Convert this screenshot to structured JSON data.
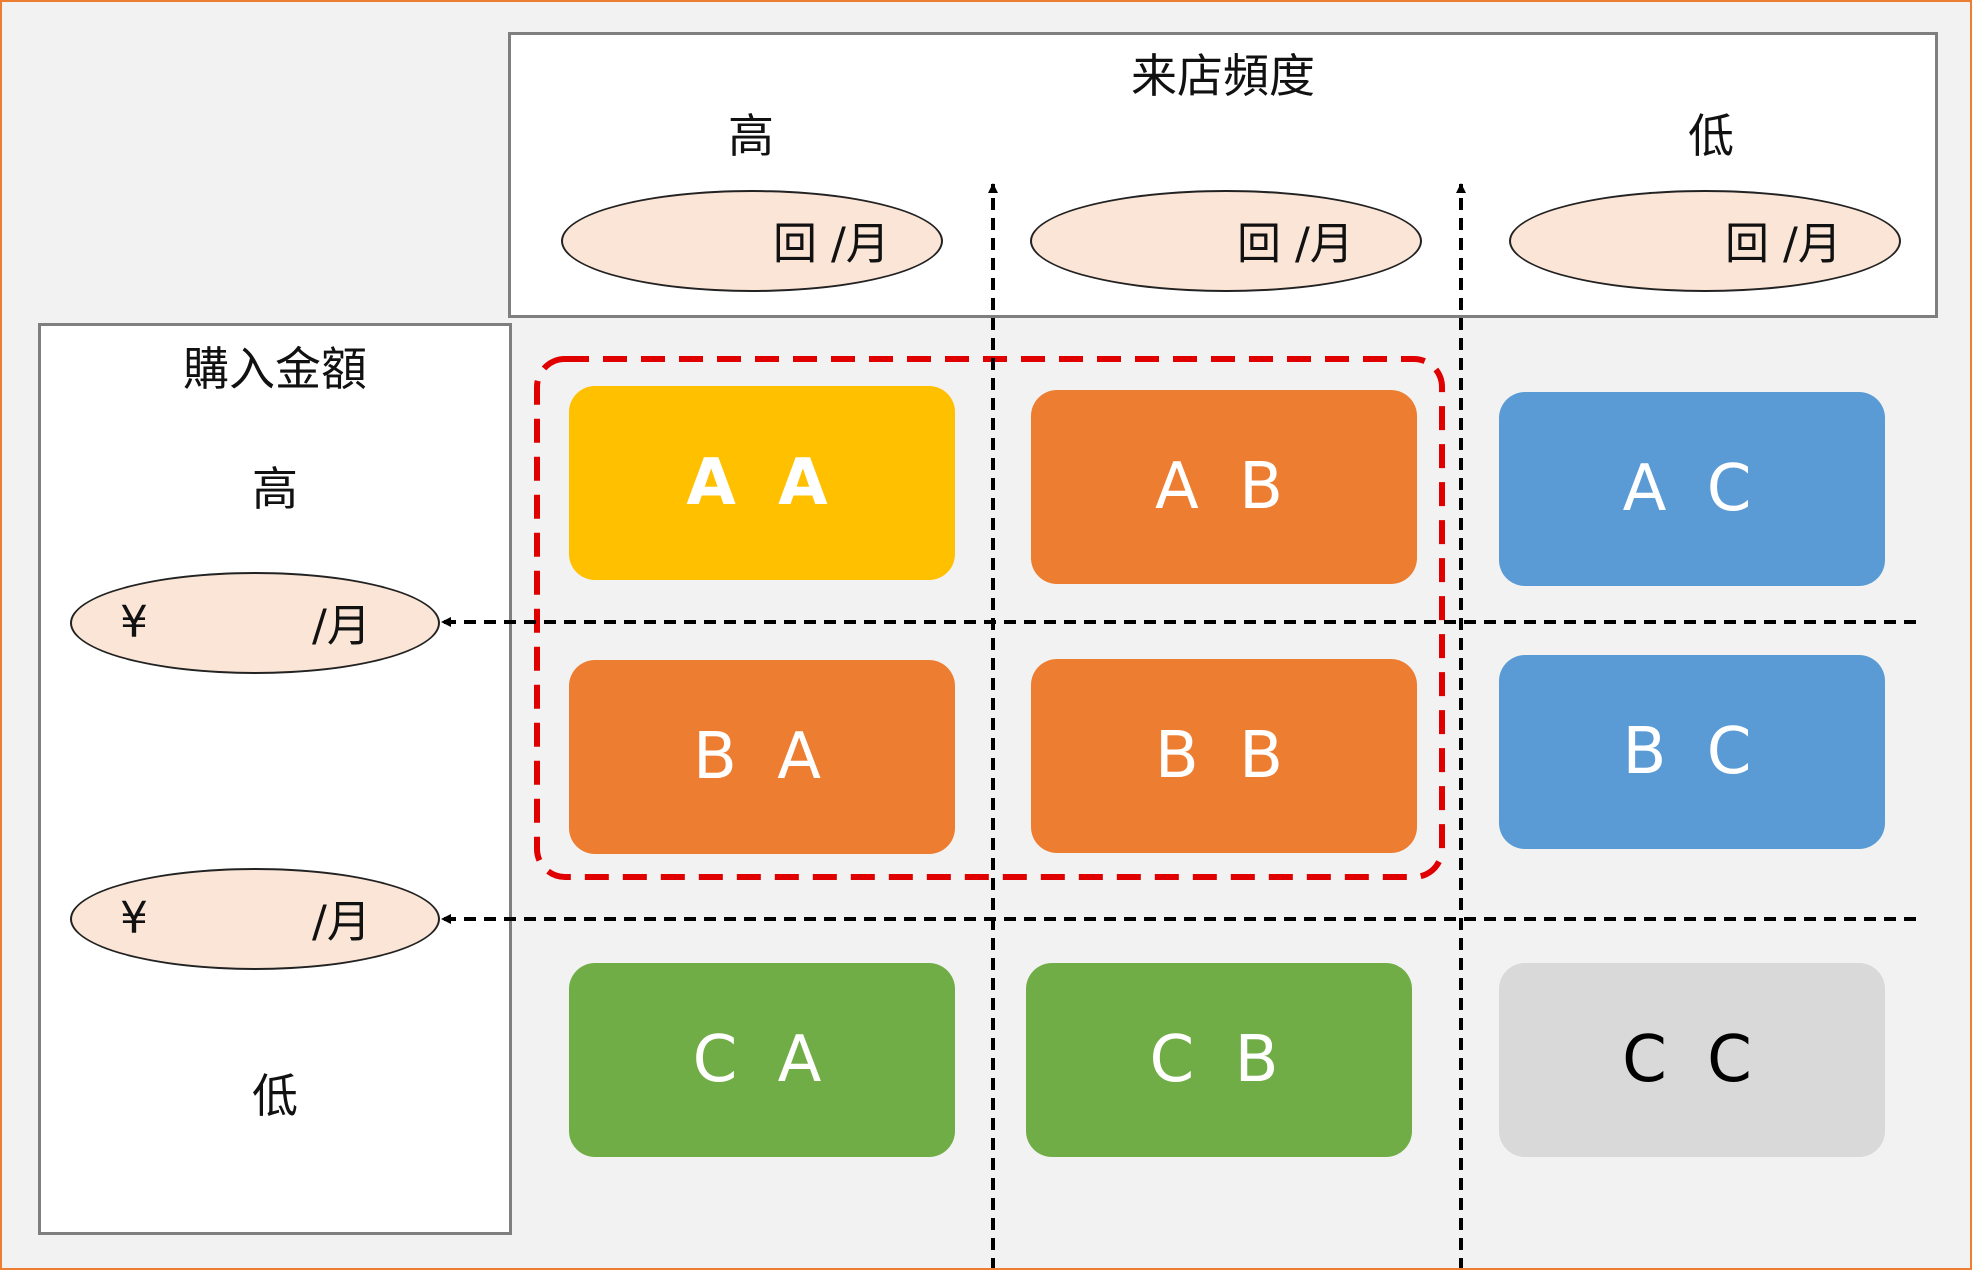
{
  "frequency_panel": {
    "title": "来店頻度",
    "high": "高",
    "low": "低",
    "thresholds": [
      {
        "value": "",
        "unit": "回 /月"
      },
      {
        "value": "",
        "unit": "回 /月"
      },
      {
        "value": "",
        "unit": "回 /月"
      }
    ]
  },
  "amount_panel": {
    "title": "購入金額",
    "high": "高",
    "low": "低",
    "thresholds": [
      {
        "currency": "¥",
        "unit": "/月"
      },
      {
        "currency": "¥",
        "unit": "/月"
      }
    ]
  },
  "matrix": {
    "rows": [
      [
        {
          "label": "A A",
          "color": "#ffc000",
          "text_color": "#ffffff",
          "bold": true
        },
        {
          "label": "A B",
          "color": "#ed7d31",
          "text_color": "#ffffff"
        },
        {
          "label": "A C",
          "color": "#5b9bd5",
          "text_color": "#ffffff"
        }
      ],
      [
        {
          "label": "B A",
          "color": "#ed7d31",
          "text_color": "#ffffff"
        },
        {
          "label": "B B",
          "color": "#ed7d31",
          "text_color": "#ffffff"
        },
        {
          "label": "B C",
          "color": "#5b9bd5",
          "text_color": "#ffffff"
        }
      ],
      [
        {
          "label": "C A",
          "color": "#70ad47",
          "text_color": "#ffffff"
        },
        {
          "label": "C B",
          "color": "#70ad47",
          "text_color": "#ffffff"
        },
        {
          "label": "C C",
          "color": "#d9d9d9",
          "text_color": "#000000"
        }
      ]
    ],
    "highlight_color": "#e00000"
  }
}
